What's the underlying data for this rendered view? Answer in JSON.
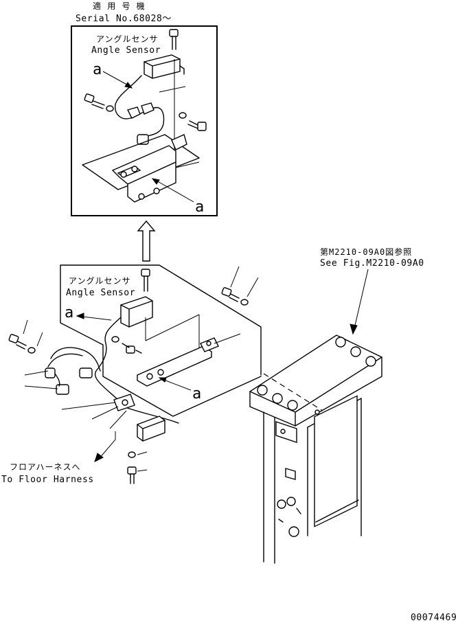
{
  "header": {
    "applicable_jp": "適 用 号 機",
    "serial": "Serial No.68028～"
  },
  "detail_view": {
    "sensor_jp": "アングルセンサ",
    "sensor_en": "Angle Sensor",
    "callout_a_upper": "a",
    "callout_a_lower": "a"
  },
  "main_view": {
    "sensor_jp": "アングルセンサ",
    "sensor_en": "Angle Sensor",
    "callout_a_left": "a",
    "callout_a_lower": "a"
  },
  "reference": {
    "jp": "第M2210-09A0図参照",
    "en": "See Fig.M2210-09A0"
  },
  "harness": {
    "jp": "フロアハーネスへ",
    "en": "To Floor Harness"
  },
  "drawing_number": "00074469"
}
